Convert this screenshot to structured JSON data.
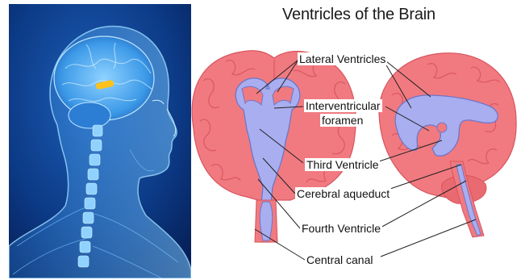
{
  "title": "Ventricles of the Brain",
  "labels": {
    "lateral_ventricles": "Lateral Ventricles",
    "interventricular_line1": "Interventricular",
    "interventricular_line2": "foramen",
    "third_ventricle": "Third Ventricle",
    "cerebral_aqueduct": "Cerebral aqueduct",
    "fourth_ventricle": "Fourth Ventricle",
    "central_canal": "Central canal"
  },
  "colors": {
    "brain": "#f07a80",
    "brain_dark": "#d9545e",
    "ventricle": "#a9aef0",
    "ventricle_edge": "#6e76c9",
    "panel_bg": "#0a2a6b",
    "glow": "#5fb9ff",
    "highlight": "#ffc21a"
  }
}
